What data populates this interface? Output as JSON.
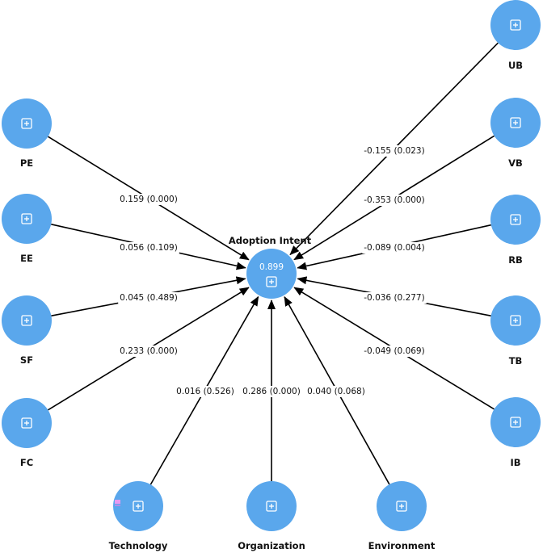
{
  "colors": {
    "node": "#5aa7ec",
    "edge": "#000000",
    "marker": "#e899f0"
  },
  "central": {
    "id": "AI",
    "label": "Adoption Intent",
    "r2": "0.899"
  },
  "nodes": [
    {
      "id": "PE",
      "label": "PE"
    },
    {
      "id": "EE",
      "label": "EE"
    },
    {
      "id": "SF",
      "label": "SF"
    },
    {
      "id": "FC",
      "label": "FC"
    },
    {
      "id": "Technology",
      "label": "Technology"
    },
    {
      "id": "Organization",
      "label": "Organization"
    },
    {
      "id": "Environment",
      "label": "Environment"
    },
    {
      "id": "UB",
      "label": "UB"
    },
    {
      "id": "VB",
      "label": "VB"
    },
    {
      "id": "RB",
      "label": "RB"
    },
    {
      "id": "TB",
      "label": "TB"
    },
    {
      "id": "IB",
      "label": "IB"
    }
  ],
  "paths": [
    {
      "from": "PE",
      "coefficient": "0.159",
      "p_value": "0.000",
      "text": "0.159 (0.000)"
    },
    {
      "from": "EE",
      "coefficient": "0.056",
      "p_value": "0.109",
      "text": "0.056 (0.109)"
    },
    {
      "from": "SF",
      "coefficient": "0.045",
      "p_value": "0.489",
      "text": "0.045 (0.489)"
    },
    {
      "from": "FC",
      "coefficient": "0.233",
      "p_value": "0.000",
      "text": "0.233 (0.000)"
    },
    {
      "from": "Technology",
      "coefficient": "0.016",
      "p_value": "0.526",
      "text": "0.016 (0.526)"
    },
    {
      "from": "Organization",
      "coefficient": "0.286",
      "p_value": "0.000",
      "text": "0.286 (0.000)"
    },
    {
      "from": "Environment",
      "coefficient": "0.040",
      "p_value": "0.068",
      "text": "0.040 (0.068)"
    },
    {
      "from": "UB",
      "coefficient": "-0.155",
      "p_value": "0.023",
      "text": "-0.155 (0.023)"
    },
    {
      "from": "VB",
      "coefficient": "-0.353",
      "p_value": "0.000",
      "text": "-0.353 (0.000)"
    },
    {
      "from": "RB",
      "coefficient": "-0.089",
      "p_value": "0.004",
      "text": "-0.089 (0.004)"
    },
    {
      "from": "TB",
      "coefficient": "-0.036",
      "p_value": "0.277",
      "text": "-0.036 (0.277)"
    },
    {
      "from": "IB",
      "coefficient": "-0.049",
      "p_value": "0.069",
      "text": "-0.049 (0.069)"
    }
  ]
}
